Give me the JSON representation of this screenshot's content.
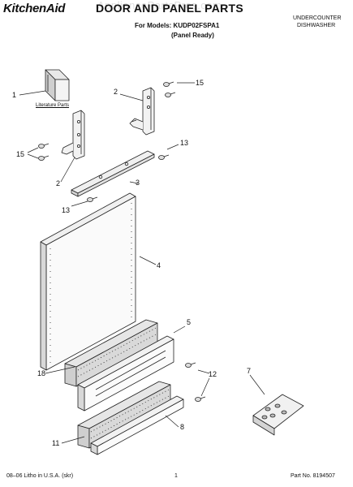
{
  "header": {
    "brand": "KitchenAid",
    "title": "DOOR AND PANEL PARTS",
    "models_line": "For Models: KUDP02FSPA1",
    "panel_line": "(Panel Ready)",
    "category_line1": "UNDERCOUNTER",
    "category_line2": "DISHWASHER",
    "watermark": "AppliancePartsPros.com"
  },
  "labels": {
    "literature_parts": "Literature Parts"
  },
  "callouts": {
    "c1": "1",
    "c2a": "2",
    "c15a": "15",
    "c15b": "15",
    "c2b": "2",
    "c13a": "13",
    "c3": "3",
    "c13b": "13",
    "c4": "4",
    "c5": "5",
    "c18": "18",
    "c7": "7",
    "c12": "12",
    "c8": "8",
    "c11": "11"
  },
  "footer": {
    "left": "08–06 Litho in U.S.A. (skr)",
    "page": "1",
    "part_number": "Part No. 8194507"
  }
}
